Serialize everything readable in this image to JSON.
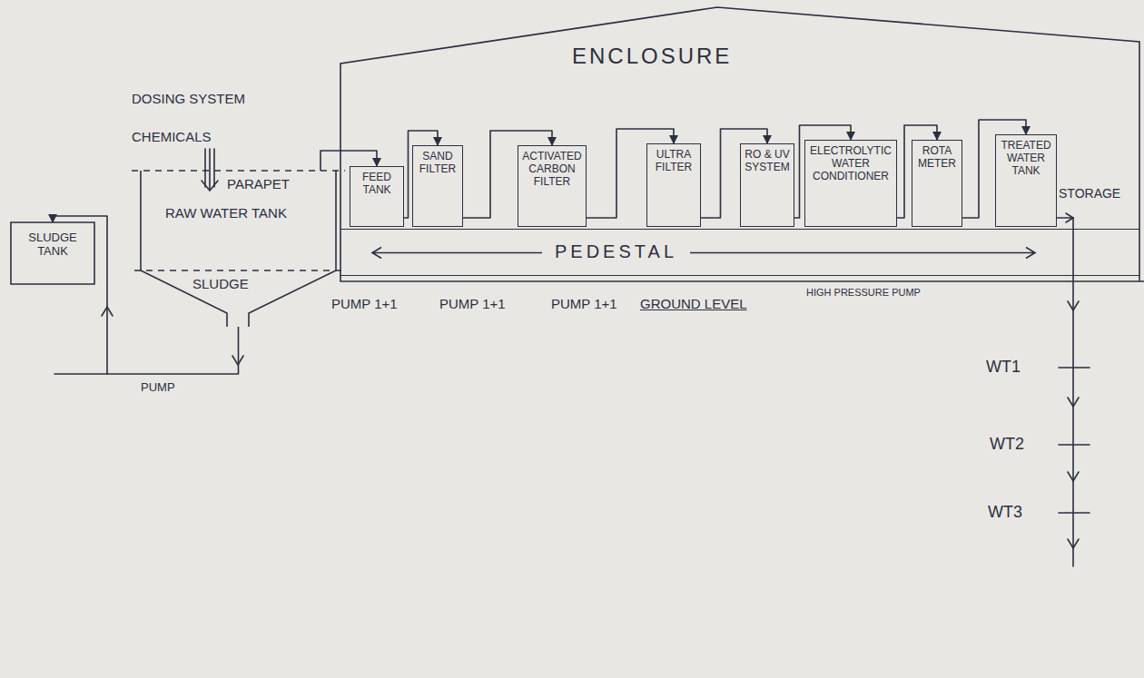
{
  "diagram": {
    "nodes": [
      {
        "text": [
          "SLUDGE TANK"
        ]
      },
      {
        "text": [
          "PARAPET",
          "RAW WATER TANK",
          "SLUDGE"
        ]
      },
      {
        "text": [
          "ENCLOSURE"
        ]
      },
      {
        "text": [
          "FEED TANK"
        ],
        "in": 2
      },
      {
        "text": [
          "SAND FILTER"
        ],
        "in": 2
      },
      {
        "text": [
          "ACTIVATED CARBON FILTER"
        ],
        "in": 2
      },
      {
        "text": [
          "ULTRA FILTER"
        ],
        "in": 2
      },
      {
        "text": [
          "RO & UV SYSTEM"
        ],
        "in": 2
      },
      {
        "text": [
          "ELECTROLYTIC WATER CONDITIONER"
        ],
        "in": 2
      },
      {
        "text": [
          "ROTA METER"
        ],
        "in": 2
      },
      {
        "text": [
          "TREATED WATER TANK"
        ],
        "in": 2
      },
      {
        "text": [
          "PEDESTAL"
        ],
        "in": 2
      }
    ],
    "edges": [
      {
        "from": 1,
        "to": 0,
        "arrow": "to"
      },
      {
        "from": 1,
        "to": 3,
        "arrow": "to"
      },
      {
        "from": 3,
        "to": 4,
        "arrow": "to"
      },
      {
        "from": 4,
        "to": 5,
        "arrow": "to"
      },
      {
        "from": 5,
        "to": 6,
        "arrow": "to"
      },
      {
        "from": 6,
        "to": 7,
        "arrow": "to"
      },
      {
        "from": 7,
        "to": 8,
        "arrow": "to"
      },
      {
        "from": 8,
        "to": 9,
        "arrow": "to"
      },
      {
        "from": 9,
        "to": 10,
        "arrow": "to"
      }
    ],
    "labels": [
      "DOSING SYSTEM",
      "CHEMICALS",
      "PUMP",
      "PUMP 1+1",
      "PUMP 1+1",
      "PUMP 1+1",
      "GROUND LEVEL",
      "HIGH PRESSURE PUMP",
      "STORAGE",
      "WT1",
      "WT2",
      "WT3"
    ]
  }
}
